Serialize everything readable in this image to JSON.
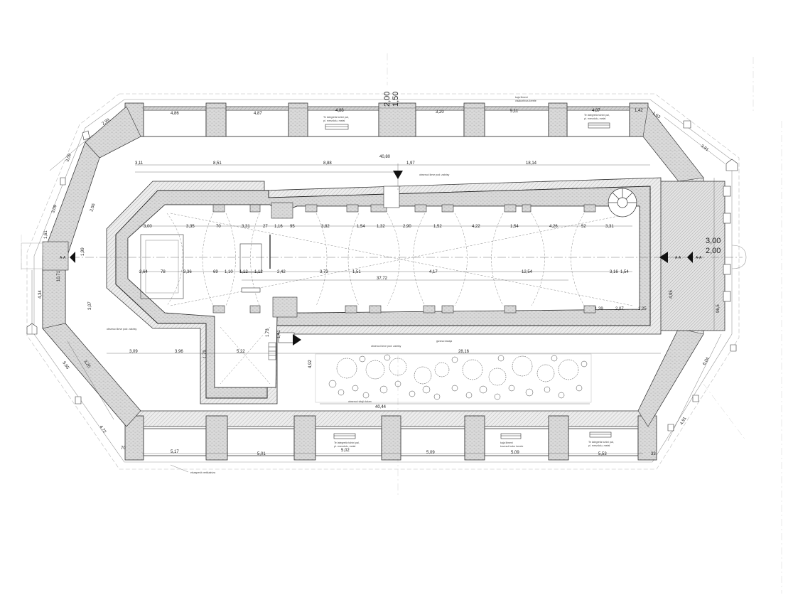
{
  "plan": {
    "section_mark": "A-A",
    "dims_top_outer": [
      "4,86",
      "4,87",
      "4,88",
      "3,20",
      "5,11",
      "4,87",
      "1,42"
    ],
    "dims_top_inner": [
      "3,11",
      "8,51",
      "8,88",
      "1,97",
      "18,14"
    ],
    "dims_nave_upper": [
      "3,00",
      "3,35",
      "70",
      "3,31",
      "27",
      "1,16",
      "95",
      "3,82",
      "1,54",
      "1,32",
      "2,90",
      "1,52",
      "4,22",
      "1,54",
      "4,26",
      "52",
      "3,31"
    ],
    "dims_nave_lower": [
      "2,64",
      "78",
      "3,36",
      "69",
      "1,10",
      "1,12",
      "1,12",
      "2,42",
      "3,73",
      "1,51",
      "4,17",
      "12,54",
      "3,16"
    ],
    "dim_nave_total": "37,72",
    "dims_nave_misc": [
      "1,54",
      "1,39",
      "2,07",
      "1,25",
      "40,80"
    ],
    "dims_lower_row": [
      "3,09",
      "3,96",
      "5,22",
      "28,16"
    ],
    "dims_bottom_outer": [
      "5,17",
      "5,01",
      "5,09",
      "5,09",
      "5,53",
      "5,02",
      "70",
      "33"
    ],
    "dim_garden": "40,44",
    "dims_left_side": [
      "2,99",
      "3,09",
      "3,09",
      "2,56",
      "1,61",
      "1,99",
      "10,71",
      "3,07",
      "4,34",
      "3,26",
      "5,65",
      "4,72"
    ],
    "dims_right_side": [
      "1,63",
      "3,91",
      "6,04",
      "4,91",
      "4,95",
      "96,5"
    ],
    "dims_stair": [
      "1,41",
      "1,79",
      "4,92",
      "1,73"
    ],
    "level_top": [
      "1,50",
      "2,00"
    ],
    "level_right": [
      "3,00",
      "2,00"
    ],
    "notes": {
      "top_right": [
        "kaja lilmeni",
        "visakoritvus kerete"
      ],
      "gallery_top_left": [
        "Te lategretiz tuhini pal,",
        "pl. mrezdolu, metal"
      ],
      "gallery_top_right": [
        "Te lategretiz tuhini pal,",
        "pl. mrezdolu, metal"
      ],
      "gallery_bottom_1": [
        "Te lategretiz tuhini pal,",
        "pl. mrezdolu, metal"
      ],
      "gallery_bottom_2": [
        "kaja lilmeni",
        "kuvezul tudur kerete"
      ],
      "gallery_bottom_3": [
        "Te lategretiz tuhini pal,",
        "pl. mrezdolu, metal"
      ],
      "roof_line": "obseruci ikrve pod: zakrisy",
      "roof_line_2": "obseruci ikrve pod: zakrisy",
      "roof_line_3": "obseruci ikrve pod: zakrisy",
      "garden_label": "obseruci vitaji dulum",
      "pavement": "givana iravaja",
      "bottom_left": "elsaspevit vertikalniza"
    }
  }
}
